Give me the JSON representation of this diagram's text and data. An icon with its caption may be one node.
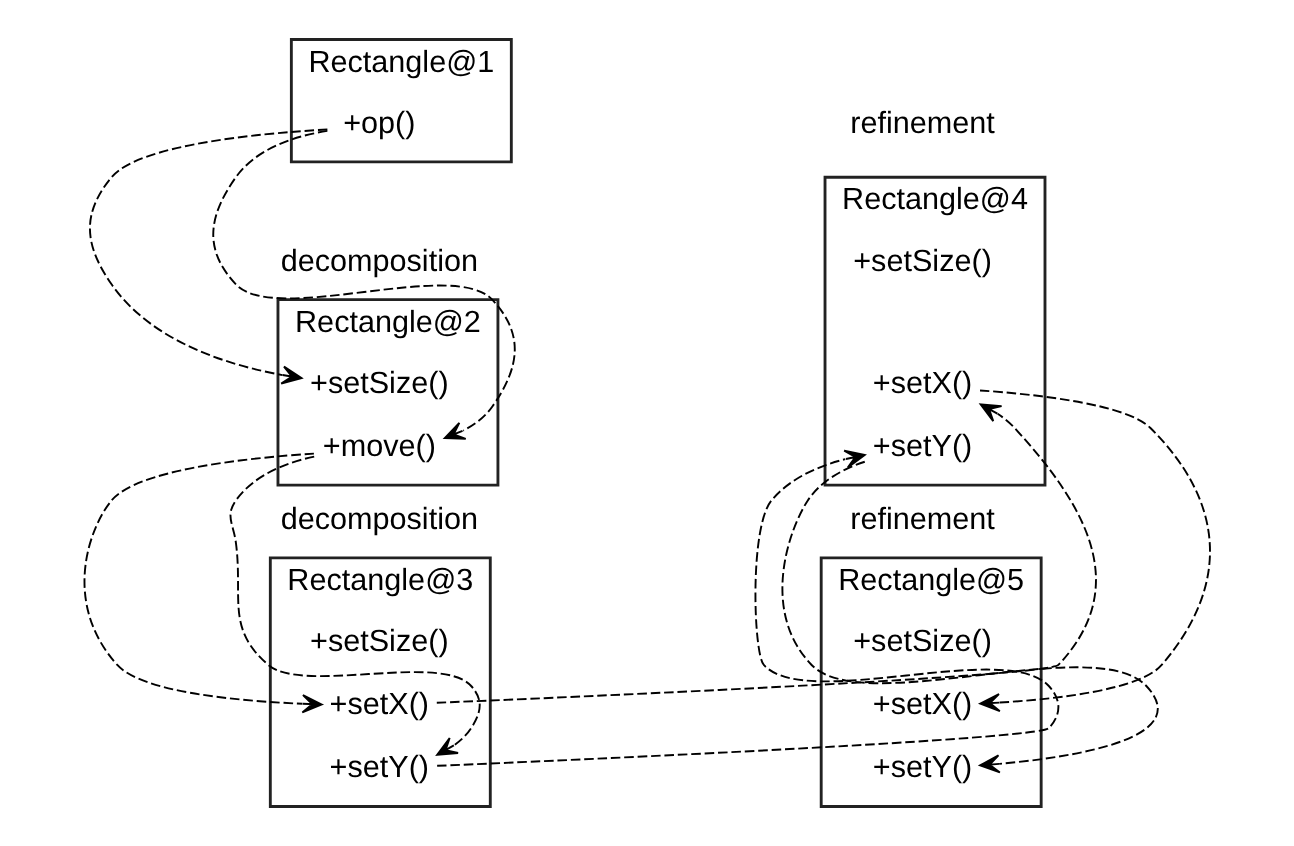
{
  "diagram": {
    "nodes": [
      {
        "text": [
          "Rectangle@1"
        ]
      },
      {
        "text": [
          "+op()"
        ],
        "in": 0
      },
      {
        "text": [
          "Rectangle@2"
        ]
      },
      {
        "text": [
          "+setSize()"
        ],
        "in": 2
      },
      {
        "text": [
          "+move()"
        ],
        "in": 2
      },
      {
        "text": [
          "Rectangle@3"
        ]
      },
      {
        "text": [
          "+setSize()"
        ],
        "in": 5
      },
      {
        "text": [
          "+setX()"
        ],
        "in": 5
      },
      {
        "text": [
          "+setY()"
        ],
        "in": 5
      },
      {
        "text": [
          "Rectangle@4"
        ]
      },
      {
        "text": [
          "+setSize()"
        ],
        "in": 9
      },
      {
        "text": [
          "+setX()"
        ],
        "in": 9
      },
      {
        "text": [
          "+setY()"
        ],
        "in": 9
      },
      {
        "text": [
          "Rectangle@5"
        ]
      },
      {
        "text": [
          "+setSize()"
        ],
        "in": 13
      },
      {
        "text": [
          "+setX()"
        ],
        "in": 13
      },
      {
        "text": [
          "+setY()"
        ],
        "in": 13
      }
    ],
    "edges": [
      {
        "from": 1,
        "to": 3,
        "arrow": "to",
        "style": "dashed"
      },
      {
        "from": 1,
        "to": 4,
        "arrow": "to",
        "style": "dashed"
      },
      {
        "from": 4,
        "to": 7,
        "arrow": "to",
        "style": "dashed"
      },
      {
        "from": 4,
        "to": 8,
        "arrow": "to",
        "style": "dashed"
      },
      {
        "from": 7,
        "to": 11,
        "arrow": "to",
        "style": "dashed"
      },
      {
        "from": 8,
        "to": 12,
        "arrow": "to",
        "style": "dashed"
      },
      {
        "from": 11,
        "to": 15,
        "arrow": "to",
        "style": "dashed"
      },
      {
        "from": 12,
        "to": 16,
        "arrow": "to",
        "style": "dashed"
      }
    ],
    "labels": [
      "decomposition",
      "refinement",
      "refinement",
      "decomposition"
    ]
  }
}
